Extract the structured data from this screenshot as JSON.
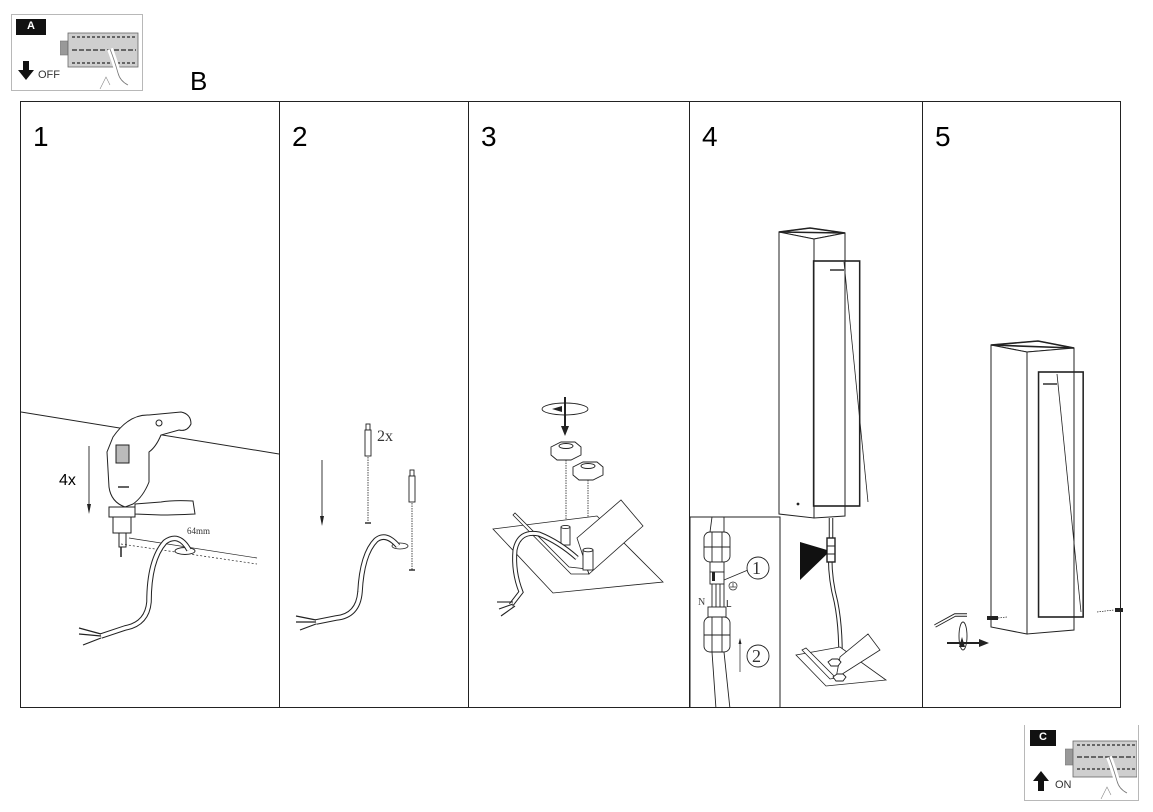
{
  "switch_off": {
    "letter": "A",
    "state": "OFF",
    "arrow": "down-arrow-icon",
    "icon": "circuit-breaker-icon"
  },
  "section_label": "B",
  "steps": [
    {
      "number": "1",
      "repeat_label": "4x",
      "dimension_label": "64mm",
      "illustration": "drill-holes-in-floor"
    },
    {
      "number": "2",
      "repeat_label": "2x",
      "illustration": "insert-anchor-bolts"
    },
    {
      "number": "3",
      "illustration": "fit-mounting-plate-with-nuts"
    },
    {
      "number": "4",
      "inset_label_1": "1",
      "inset_label_2": "2",
      "neutral_label": "N",
      "live_label": "L",
      "illustration": "connect-wiring-and-place-lamp"
    },
    {
      "number": "5",
      "illustration": "tighten-side-screws-with-hex-key"
    }
  ],
  "switch_on": {
    "letter": "C",
    "state": "ON",
    "arrow": "up-arrow-icon",
    "icon": "circuit-breaker-icon"
  }
}
